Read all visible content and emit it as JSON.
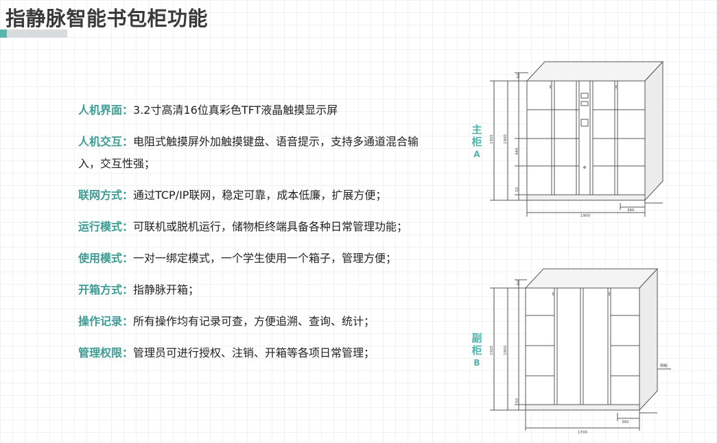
{
  "title": "指静脉智能书包柜功能",
  "features": [
    {
      "label": "人机界面：",
      "desc": "3.2寸高清16位真彩色TFT液晶触摸显示屏"
    },
    {
      "label": "人机交互：",
      "desc": "电阻式触摸屏外加触摸键盘、语音提示，支持多通道混合输入，交互性强；"
    },
    {
      "label": "联网方式：",
      "desc": "通过TCP/IP联网，稳定可靠，成本低廉，扩展方便；"
    },
    {
      "label": "运行模式：",
      "desc": "可联机或脱机运行，储物柜终端具备各种日常管理功能；"
    },
    {
      "label": "使用模式：",
      "desc": "一对一绑定模式，一个学生使用一个箱子，管理方便；"
    },
    {
      "label": "开箱方式：",
      "desc": "指静脉开箱；"
    },
    {
      "label": "操作记录：",
      "desc": "所有操作均有记录可查，方便追溯、查询、统计；"
    },
    {
      "label": "管理权限：",
      "desc": "管理员可进行授权、注销、开箱等各项日常管理；"
    }
  ],
  "main_cabinet": {
    "label_line1": "主",
    "label_line2": "柜",
    "label_line3": "A",
    "dims": {
      "top": "50",
      "total": "1925",
      "inner": "1900",
      "mid": "440",
      "bottom": "50",
      "width": "1900",
      "depth": "360"
    }
  },
  "sub_cabinet": {
    "label_line1": "副",
    "label_line2": "柜",
    "label_line3": "B",
    "dims": {
      "top": "50",
      "total": "1925",
      "inner": "1900",
      "bottom": "50",
      "width": "1700",
      "depth": "360",
      "side_note": "侧板"
    }
  },
  "colors": {
    "accent": "#5ab5ad",
    "label": "#3d9c95"
  }
}
